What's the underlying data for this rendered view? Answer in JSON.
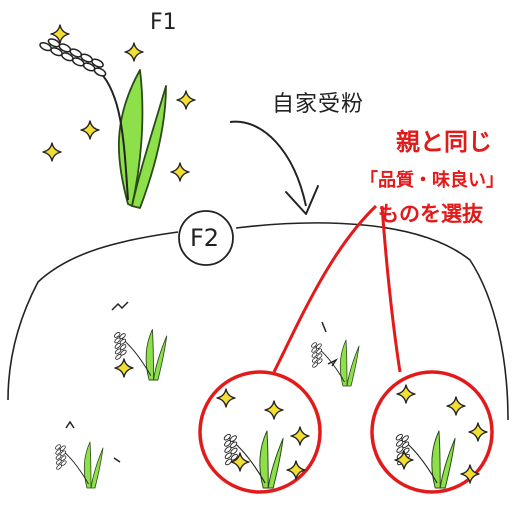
{
  "labels": {
    "f1": "F1",
    "cross": "自家受粉",
    "f2": "F2"
  },
  "note": {
    "line1": "親と同じ",
    "line2": "「品質・味良い」",
    "line3": "ものを選抜"
  },
  "colors": {
    "leaf": "#8ee04a",
    "leaf_outline": "#2a4a1a",
    "sparkle": "#f3df32",
    "accent": "#e31a1a",
    "ink": "#222222"
  }
}
